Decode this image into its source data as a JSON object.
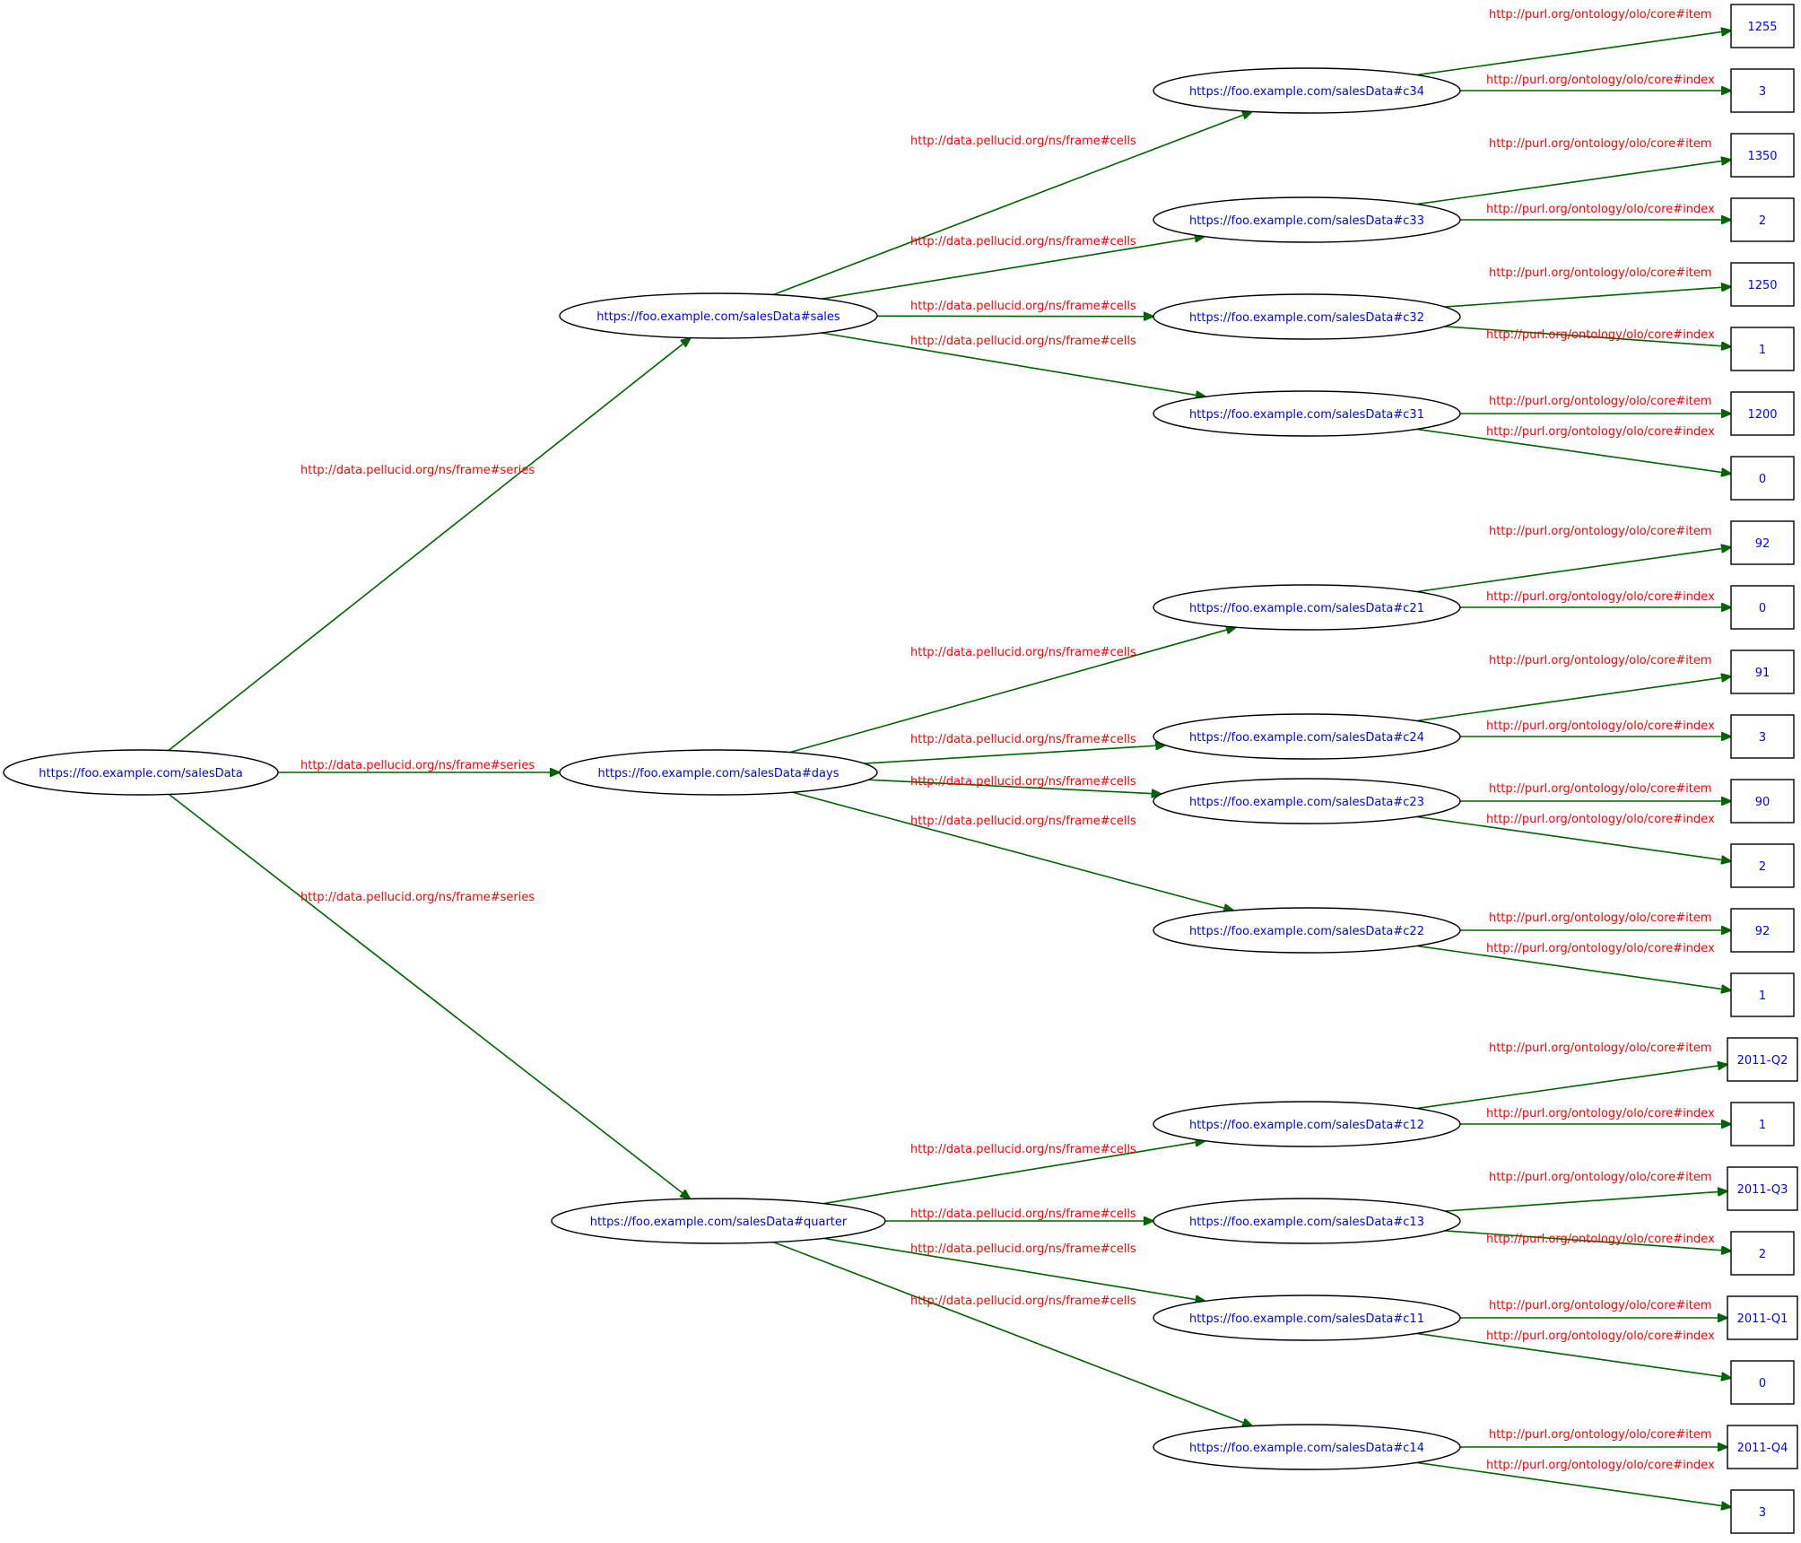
{
  "graph": {
    "nodes": [
      {
        "id": "n_root",
        "label": "https://foo.example.com/salesData",
        "shape": "ellipse"
      },
      {
        "id": "n_sales",
        "label": "https://foo.example.com/salesData#sales",
        "shape": "ellipse"
      },
      {
        "id": "n_days",
        "label": "https://foo.example.com/salesData#days",
        "shape": "ellipse"
      },
      {
        "id": "n_quarter",
        "label": "https://foo.example.com/salesData#quarter",
        "shape": "ellipse"
      },
      {
        "id": "n_c34",
        "label": "https://foo.example.com/salesData#c34",
        "shape": "ellipse"
      },
      {
        "id": "n_c33",
        "label": "https://foo.example.com/salesData#c33",
        "shape": "ellipse"
      },
      {
        "id": "n_c32",
        "label": "https://foo.example.com/salesData#c32",
        "shape": "ellipse"
      },
      {
        "id": "n_c31",
        "label": "https://foo.example.com/salesData#c31",
        "shape": "ellipse"
      },
      {
        "id": "n_c21",
        "label": "https://foo.example.com/salesData#c21",
        "shape": "ellipse"
      },
      {
        "id": "n_c24",
        "label": "https://foo.example.com/salesData#c24",
        "shape": "ellipse"
      },
      {
        "id": "n_c23",
        "label": "https://foo.example.com/salesData#c23",
        "shape": "ellipse"
      },
      {
        "id": "n_c22",
        "label": "https://foo.example.com/salesData#c22",
        "shape": "ellipse"
      },
      {
        "id": "n_c12",
        "label": "https://foo.example.com/salesData#c12",
        "shape": "ellipse"
      },
      {
        "id": "n_c13",
        "label": "https://foo.example.com/salesData#c13",
        "shape": "ellipse"
      },
      {
        "id": "n_c11",
        "label": "https://foo.example.com/salesData#c11",
        "shape": "ellipse"
      },
      {
        "id": "n_c14",
        "label": "https://foo.example.com/salesData#c14",
        "shape": "ellipse"
      },
      {
        "id": "v_1255",
        "label": "1255",
        "shape": "box"
      },
      {
        "id": "v_c34_idx",
        "label": "3",
        "shape": "box"
      },
      {
        "id": "v_1350",
        "label": "1350",
        "shape": "box"
      },
      {
        "id": "v_c33_idx",
        "label": "2",
        "shape": "box"
      },
      {
        "id": "v_1250",
        "label": "1250",
        "shape": "box"
      },
      {
        "id": "v_c32_idx",
        "label": "1",
        "shape": "box"
      },
      {
        "id": "v_1200",
        "label": "1200",
        "shape": "box"
      },
      {
        "id": "v_c31_idx",
        "label": "0",
        "shape": "box"
      },
      {
        "id": "v_c21_item",
        "label": "92",
        "shape": "box"
      },
      {
        "id": "v_c21_idx",
        "label": "0",
        "shape": "box"
      },
      {
        "id": "v_c24_item",
        "label": "91",
        "shape": "box"
      },
      {
        "id": "v_c24_idx",
        "label": "3",
        "shape": "box"
      },
      {
        "id": "v_c23_item",
        "label": "90",
        "shape": "box"
      },
      {
        "id": "v_c23_idx",
        "label": "2",
        "shape": "box"
      },
      {
        "id": "v_c22_item",
        "label": "92",
        "shape": "box"
      },
      {
        "id": "v_c22_idx",
        "label": "1",
        "shape": "box"
      },
      {
        "id": "v_c12_item",
        "label": "2011-Q2",
        "shape": "box"
      },
      {
        "id": "v_c12_idx",
        "label": "1",
        "shape": "box"
      },
      {
        "id": "v_c13_item",
        "label": "2011-Q3",
        "shape": "box"
      },
      {
        "id": "v_c13_idx",
        "label": "2",
        "shape": "box"
      },
      {
        "id": "v_c11_item",
        "label": "2011-Q1",
        "shape": "box"
      },
      {
        "id": "v_c11_idx",
        "label": "0",
        "shape": "box"
      },
      {
        "id": "v_c14_item",
        "label": "2011-Q4",
        "shape": "box"
      },
      {
        "id": "v_c14_idx",
        "label": "3",
        "shape": "box"
      }
    ],
    "edges": [
      {
        "from": "n_root",
        "to": "n_sales",
        "label": "http://data.pellucid.org/ns/frame#series"
      },
      {
        "from": "n_root",
        "to": "n_days",
        "label": "http://data.pellucid.org/ns/frame#series"
      },
      {
        "from": "n_root",
        "to": "n_quarter",
        "label": "http://data.pellucid.org/ns/frame#series"
      },
      {
        "from": "n_sales",
        "to": "n_c34",
        "label": "http://data.pellucid.org/ns/frame#cells"
      },
      {
        "from": "n_sales",
        "to": "n_c33",
        "label": "http://data.pellucid.org/ns/frame#cells"
      },
      {
        "from": "n_sales",
        "to": "n_c32",
        "label": "http://data.pellucid.org/ns/frame#cells"
      },
      {
        "from": "n_sales",
        "to": "n_c31",
        "label": "http://data.pellucid.org/ns/frame#cells"
      },
      {
        "from": "n_days",
        "to": "n_c21",
        "label": "http://data.pellucid.org/ns/frame#cells"
      },
      {
        "from": "n_days",
        "to": "n_c24",
        "label": "http://data.pellucid.org/ns/frame#cells"
      },
      {
        "from": "n_days",
        "to": "n_c23",
        "label": "http://data.pellucid.org/ns/frame#cells"
      },
      {
        "from": "n_days",
        "to": "n_c22",
        "label": "http://data.pellucid.org/ns/frame#cells"
      },
      {
        "from": "n_quarter",
        "to": "n_c12",
        "label": "http://data.pellucid.org/ns/frame#cells"
      },
      {
        "from": "n_quarter",
        "to": "n_c13",
        "label": "http://data.pellucid.org/ns/frame#cells"
      },
      {
        "from": "n_quarter",
        "to": "n_c11",
        "label": "http://data.pellucid.org/ns/frame#cells"
      },
      {
        "from": "n_quarter",
        "to": "n_c14",
        "label": "http://data.pellucid.org/ns/frame#cells"
      },
      {
        "from": "n_c34",
        "to": "v_1255",
        "label": "http://purl.org/ontology/olo/core#item"
      },
      {
        "from": "n_c34",
        "to": "v_c34_idx",
        "label": "http://purl.org/ontology/olo/core#index"
      },
      {
        "from": "n_c33",
        "to": "v_1350",
        "label": "http://purl.org/ontology/olo/core#item"
      },
      {
        "from": "n_c33",
        "to": "v_c33_idx",
        "label": "http://purl.org/ontology/olo/core#index"
      },
      {
        "from": "n_c32",
        "to": "v_1250",
        "label": "http://purl.org/ontology/olo/core#item"
      },
      {
        "from": "n_c32",
        "to": "v_c32_idx",
        "label": "http://purl.org/ontology/olo/core#index"
      },
      {
        "from": "n_c31",
        "to": "v_1200",
        "label": "http://purl.org/ontology/olo/core#item"
      },
      {
        "from": "n_c31",
        "to": "v_c31_idx",
        "label": "http://purl.org/ontology/olo/core#index"
      },
      {
        "from": "n_c21",
        "to": "v_c21_item",
        "label": "http://purl.org/ontology/olo/core#item"
      },
      {
        "from": "n_c21",
        "to": "v_c21_idx",
        "label": "http://purl.org/ontology/olo/core#index"
      },
      {
        "from": "n_c24",
        "to": "v_c24_item",
        "label": "http://purl.org/ontology/olo/core#item"
      },
      {
        "from": "n_c24",
        "to": "v_c24_idx",
        "label": "http://purl.org/ontology/olo/core#index"
      },
      {
        "from": "n_c23",
        "to": "v_c23_item",
        "label": "http://purl.org/ontology/olo/core#item"
      },
      {
        "from": "n_c23",
        "to": "v_c23_idx",
        "label": "http://purl.org/ontology/olo/core#index"
      },
      {
        "from": "n_c22",
        "to": "v_c22_item",
        "label": "http://purl.org/ontology/olo/core#item"
      },
      {
        "from": "n_c22",
        "to": "v_c22_idx",
        "label": "http://purl.org/ontology/olo/core#index"
      },
      {
        "from": "n_c12",
        "to": "v_c12_item",
        "label": "http://purl.org/ontology/olo/core#item"
      },
      {
        "from": "n_c12",
        "to": "v_c12_idx",
        "label": "http://purl.org/ontology/olo/core#index"
      },
      {
        "from": "n_c13",
        "to": "v_c13_item",
        "label": "http://purl.org/ontology/olo/core#item"
      },
      {
        "from": "n_c13",
        "to": "v_c13_idx",
        "label": "http://purl.org/ontology/olo/core#index"
      },
      {
        "from": "n_c11",
        "to": "v_c11_item",
        "label": "http://purl.org/ontology/olo/core#item"
      },
      {
        "from": "n_c11",
        "to": "v_c11_idx",
        "label": "http://purl.org/ontology/olo/core#index"
      },
      {
        "from": "n_c14",
        "to": "v_c14_item",
        "label": "http://purl.org/ontology/olo/core#item"
      },
      {
        "from": "n_c14",
        "to": "v_c14_idx",
        "label": "http://purl.org/ontology/olo/core#index"
      }
    ]
  },
  "colors": {
    "node_text": "#0000ff",
    "edge_text": "#ff0000",
    "edge_line": "#006400",
    "node_border": "#000000",
    "background": "#ffffff"
  }
}
